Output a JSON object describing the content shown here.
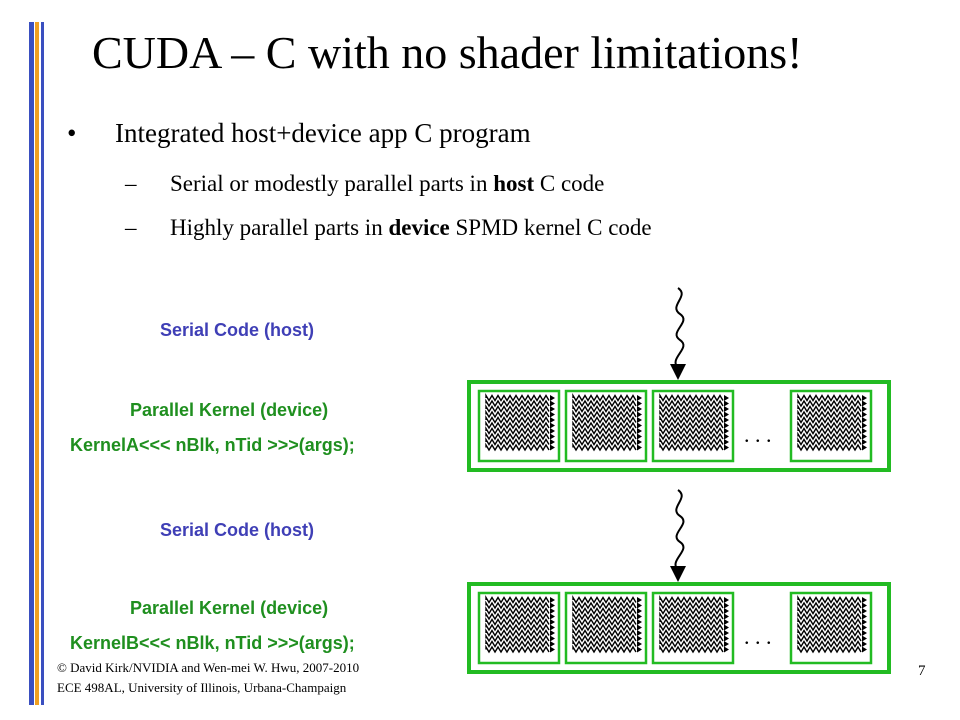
{
  "slide": {
    "title": "CUDA – C with no shader limitations!",
    "bullet": {
      "mark": "•",
      "text": "Integrated host+device app C program"
    },
    "sub_bullets": [
      {
        "mark": "–",
        "before": "Serial or modestly parallel parts in ",
        "emph": "host",
        "after": " C code"
      },
      {
        "mark": "–",
        "before": "Highly parallel parts in ",
        "emph": "device",
        "after": " SPMD kernel C code"
      }
    ],
    "labels": {
      "serial_1": "Serial Code (host)",
      "kernel_a_title": "Parallel Kernel (device)",
      "kernel_a_call": "KernelA<<< nBlk, nTid >>>(args);",
      "serial_2": "Serial Code (host)",
      "kernel_b_title": "Parallel Kernel (device)",
      "kernel_b_call": "KernelB<<< nBlk, nTid >>>(args);"
    },
    "ellipsis": ". . .",
    "footer": {
      "line1": "© David Kirk/NVIDIA and Wen-mei W. Hwu, 2007-2010",
      "line2": "ECE 498AL, University of Illinois, Urbana-Champaign"
    },
    "page_number": "7",
    "colors": {
      "accent_blue": "#3a4fc0",
      "accent_orange": "#f0a020",
      "grid_green": "#22bb22",
      "label_blue": "#3f3fb6"
    }
  }
}
